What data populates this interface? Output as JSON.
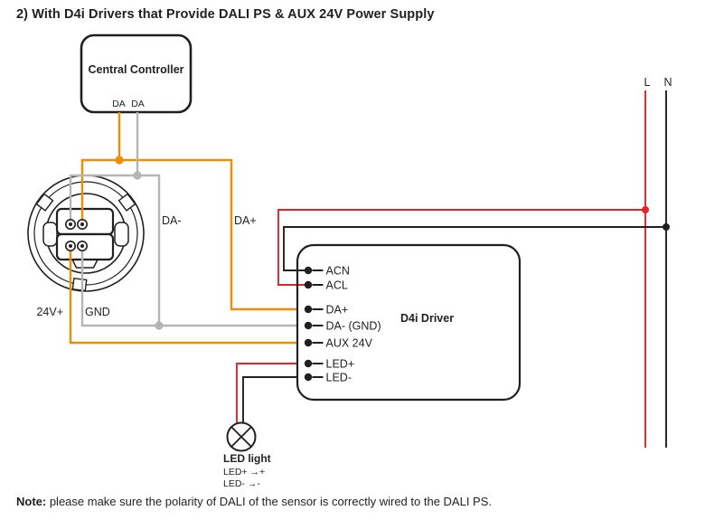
{
  "title": "2) With D4i Drivers that Provide DALI PS & AUX 24V Power Supply",
  "central_controller": {
    "label": "Central Controller",
    "terminals": [
      "DA",
      "DA"
    ]
  },
  "wire_labels": {
    "da_minus": "DA-",
    "da_plus": "DA+",
    "v24_plus": "24V+",
    "gnd": "GND",
    "live": "L",
    "neutral": "N"
  },
  "driver": {
    "label": "D4i Driver",
    "terminals": [
      "ACN",
      "ACL",
      "DA+",
      "DA- (GND)",
      "AUX 24V",
      "LED+",
      "LED-"
    ]
  },
  "led": {
    "label": "LED light",
    "polarity_notes": [
      "LED+ →+",
      "LED- →-"
    ]
  },
  "note": {
    "label": "Note:",
    "text": " please make sure the polarity of DALI of the sensor is correctly wired to the DALI PS."
  },
  "colors": {
    "wire_orange": "#F18D00",
    "wire_gray": "#B5B5B6",
    "wire_red": "#E62129",
    "wire_black": "#231F20",
    "ink": "#231F20"
  }
}
